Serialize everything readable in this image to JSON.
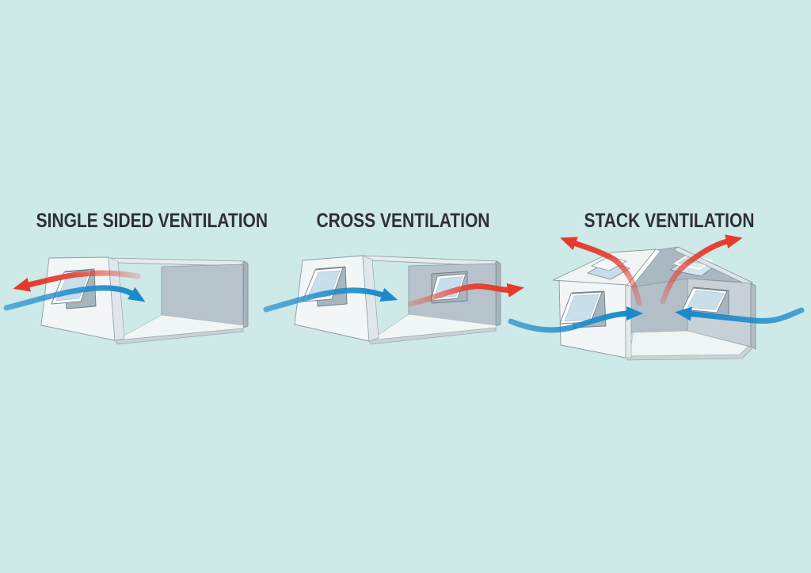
{
  "headings": [
    {
      "label": "SINGLE SIDED VENTILATION"
    },
    {
      "label": "CROSS VENTILATION"
    },
    {
      "label": "STACK VENTILATION"
    }
  ],
  "colors": {
    "background": "#cde9e8",
    "heading_text": "#2d3135",
    "cool_air_arrow_blue": "#1b8aca",
    "warm_air_arrow_red": "#e6392c",
    "wall_white": "#f2f6f7",
    "interior_gray": "#b6c3ca",
    "roof_underside_gray": "#a9b8c1",
    "glass_blue": "#c9dfeb"
  }
}
